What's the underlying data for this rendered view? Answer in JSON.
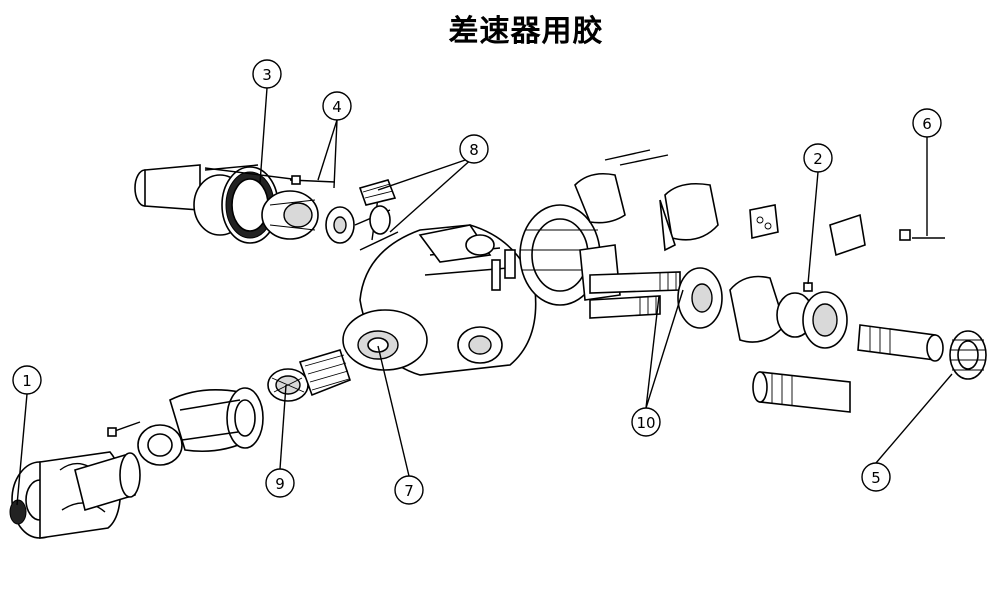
{
  "title": "差速器用胶",
  "callouts": [
    {
      "id": "1",
      "label": "1"
    },
    {
      "id": "2",
      "label": "2"
    },
    {
      "id": "3",
      "label": "3"
    },
    {
      "id": "4",
      "label": "4"
    },
    {
      "id": "5",
      "label": "5"
    },
    {
      "id": "6",
      "label": "6"
    },
    {
      "id": "7",
      "label": "7"
    },
    {
      "id": "8",
      "label": "8"
    },
    {
      "id": "9",
      "label": "9"
    },
    {
      "id": "10",
      "label": "10"
    }
  ]
}
